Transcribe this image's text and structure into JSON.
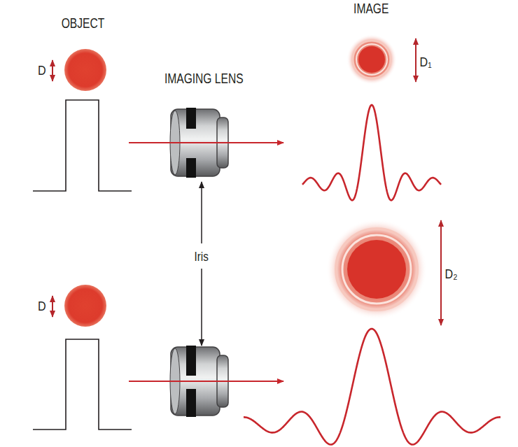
{
  "diagram": {
    "labels": [
      "IMAGE",
      "OBJECT",
      "IMAGING LENS",
      "D",
      "D₁",
      "Iris",
      "D",
      "D₂"
    ]
  }
}
